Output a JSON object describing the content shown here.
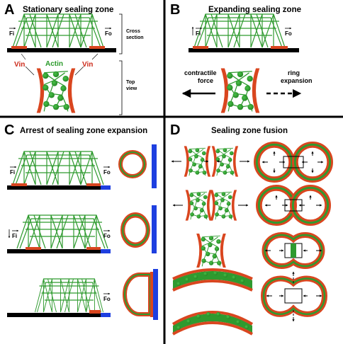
{
  "panels": {
    "a": {
      "letter": "A",
      "title": "Stationary sealing zone"
    },
    "b": {
      "letter": "B",
      "title": "Expanding sealing zone"
    },
    "c": {
      "letter": "C",
      "title": "Arrest of sealing zone expansion"
    },
    "d": {
      "letter": "D",
      "title": "Sealing zone fusion"
    }
  },
  "labels": {
    "cross_section_1": "Cross",
    "cross_section_2": "section",
    "top_view_1": "Top",
    "top_view_2": "view",
    "vin": "Vin",
    "actin": "Actin",
    "fi": "Fi",
    "fo": "Fo",
    "contractile_1": "contractile",
    "contractile_2": "force",
    "ring_1": "ring",
    "ring_2": "expansion"
  },
  "colors": {
    "actin": "#2f9a2f",
    "vinculin": "#d9461f",
    "substrate": "#000000",
    "barrier": "#1e3fe0"
  }
}
